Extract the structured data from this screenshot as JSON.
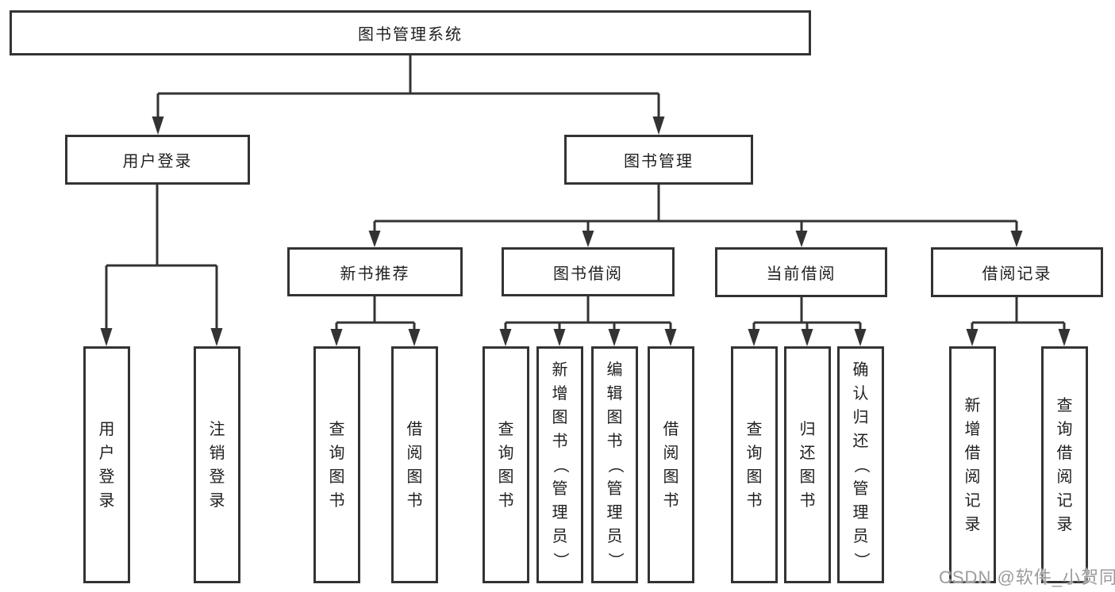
{
  "colors": {
    "line": "#333333",
    "text": "#1f1f1f",
    "watermark": "#9b9b9b",
    "background": "#ffffff"
  },
  "root": {
    "label": "图书管理系统"
  },
  "level2": {
    "user_login": {
      "label": "用户登录"
    },
    "book_mgmt": {
      "label": "图书管理"
    }
  },
  "level3": {
    "new_book": {
      "label": "新书推荐"
    },
    "borrow": {
      "label": "图书借阅"
    },
    "current": {
      "label": "当前借阅"
    },
    "record": {
      "label": "借阅记录"
    }
  },
  "leaves": {
    "user_login": {
      "label": "用户登录"
    },
    "logout": {
      "label": "注销登录"
    },
    "nb_query": {
      "label": "查询图书"
    },
    "nb_borrow": {
      "label": "借阅图书"
    },
    "bb_query": {
      "label": "查询图书"
    },
    "bb_add": {
      "label": "新增图书（管理员）"
    },
    "bb_edit": {
      "label": "编辑图书（管理员）"
    },
    "bb_borrow": {
      "label": "借阅图书"
    },
    "cb_query": {
      "label": "查询图书"
    },
    "cb_return": {
      "label": "归还图书"
    },
    "cb_confirm": {
      "label": "确认归还（管理员）"
    },
    "br_add": {
      "label": "新增借阅记录"
    },
    "br_query": {
      "label": "查询借阅记录"
    }
  },
  "watermark": {
    "text": "CSDN @软件_小贺同学"
  }
}
